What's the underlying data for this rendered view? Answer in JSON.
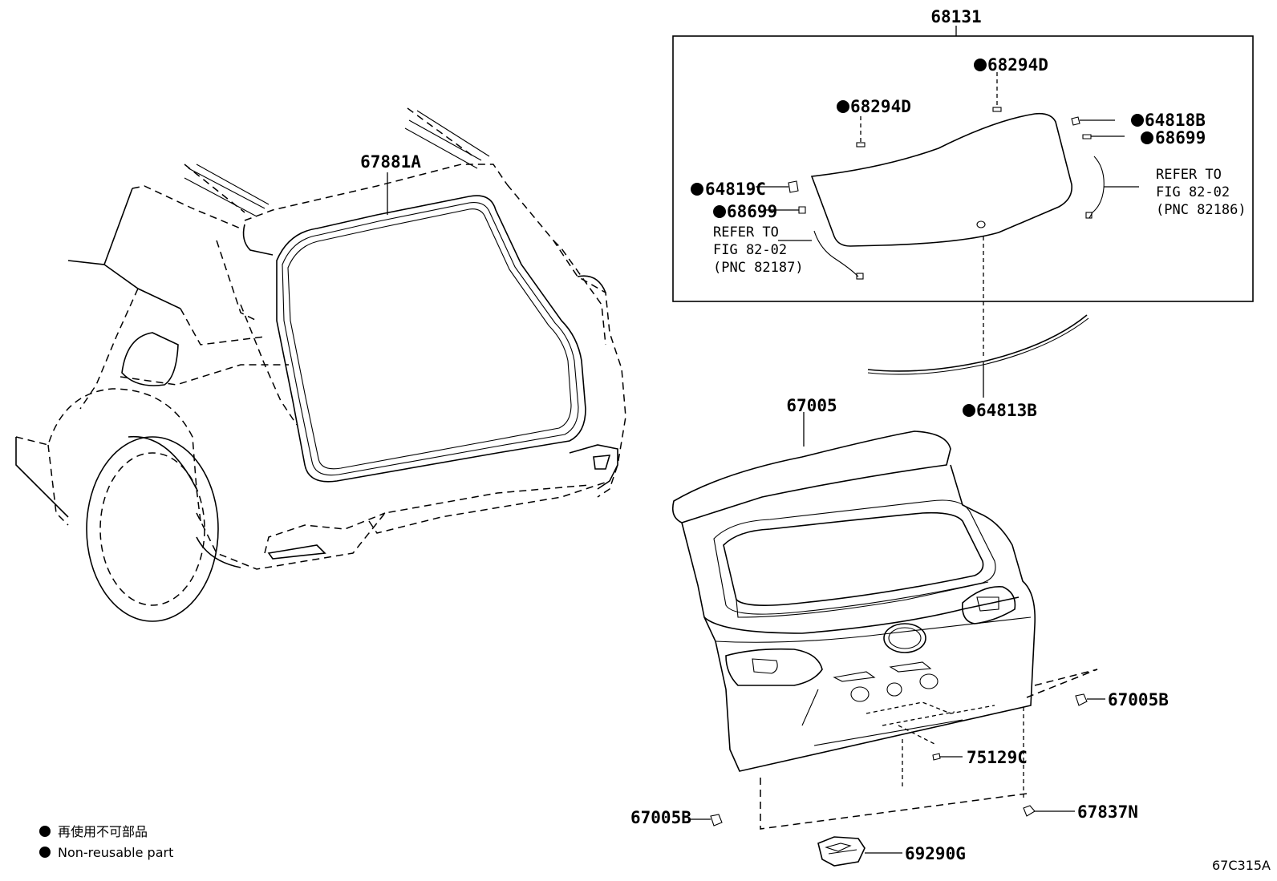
{
  "parts": {
    "p68131": "68131",
    "p68294d_top": "68294D",
    "p68294d_left": "68294D",
    "p64818b": "64818B",
    "p68699_right": "68699",
    "p64819c": "64819C",
    "p68699_left": "68699",
    "p67881a": "67881A",
    "p64813b": "64813B",
    "p67005": "67005",
    "p67005b_right": "67005B",
    "p75129c": "75129C",
    "p67005b_left": "67005B",
    "p67837n": "67837N",
    "p69290g": "69290G"
  },
  "refer_right": [
    "REFER TO",
    "FIG 82-02",
    "(PNC 82186)"
  ],
  "refer_left": [
    "REFER TO",
    "FIG 82-02",
    "(PNC 82187)"
  ],
  "legend": {
    "line1": "再使用不可部品",
    "line2": "Non-reusable part"
  },
  "figure_code": "67C315A"
}
